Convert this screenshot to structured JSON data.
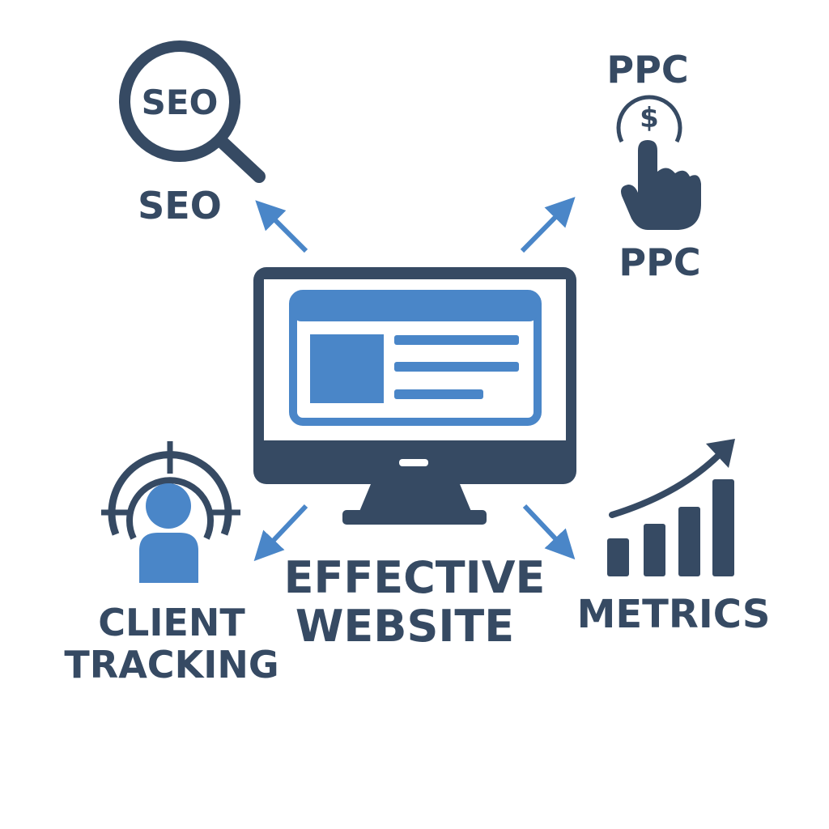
{
  "colors": {
    "navy": "#364a63",
    "blue": "#4a86c8",
    "background": "#ffffff"
  },
  "center": {
    "line1": "EFFECTIVE",
    "line2": "WEBSITE",
    "icon": "monitor-icon"
  },
  "seo": {
    "icon_text": "SEO",
    "label": "SEO",
    "icon": "magnifier-icon"
  },
  "ppc": {
    "title": "PPC",
    "coin_symbol": "$",
    "label": "PPC",
    "icon": "hand-click-dollar-icon"
  },
  "client_tracking": {
    "line1": "CLIENT",
    "line2": "TRACKING",
    "icon": "target-user-icon"
  },
  "metrics": {
    "label": "METRICS",
    "icon": "bar-chart-growth-icon"
  }
}
